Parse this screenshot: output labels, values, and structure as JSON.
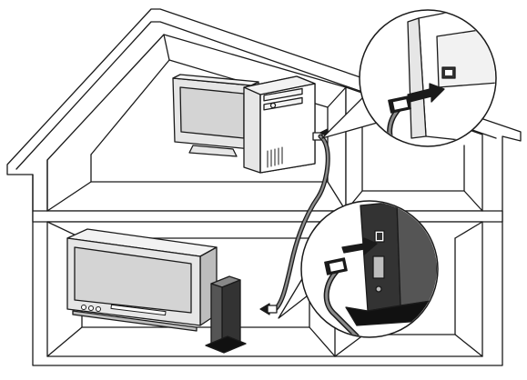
{
  "diagram": {
    "components": [
      {
        "name": "house"
      },
      {
        "name": "desktop-computer"
      },
      {
        "name": "television"
      },
      {
        "name": "media-player-box"
      },
      {
        "name": "ethernet-cable"
      }
    ],
    "callouts": [
      {
        "name": "computer-lan-port-detail"
      },
      {
        "name": "player-lan-port-detail"
      }
    ],
    "colors": {
      "line": "#1a1a1a",
      "fill": "#ffffff",
      "light_gray": "#e6e6e6",
      "mid_gray": "#bdbdbd",
      "dark_gray": "#555555",
      "screen": "#d4d4d4",
      "black": "#111111"
    }
  }
}
